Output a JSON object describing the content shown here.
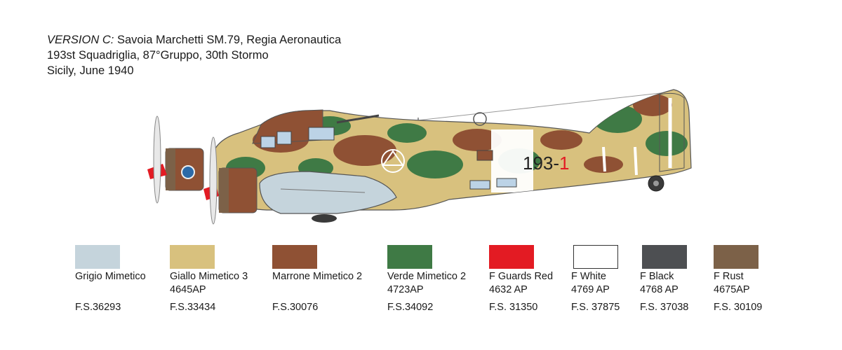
{
  "caption": {
    "version_prefix": "VERSION C:",
    "line1_rest": "Savoia Marchetti SM.79, Regia Aeronautica",
    "line2": "193st Squadriglia, 87°Gruppo, 30th Stormo",
    "line3": "Sicily, June 1940"
  },
  "aircraft": {
    "fuselage_code": "193-",
    "fuselage_code_suffix": "1"
  },
  "colors": [
    {
      "name": "Grigio Mimetico",
      "name2": "",
      "code": "F.S.36293",
      "hex": "#c5d4dc"
    },
    {
      "name": "Giallo Mimetico 3",
      "name2": "4645AP",
      "code": "F.S.33434",
      "hex": "#d8c17e"
    },
    {
      "name": "Marrone Mimetico 2",
      "name2": "",
      "code": "F.S.30076",
      "hex": "#8f5134"
    },
    {
      "name": "Verde Mimetico 2",
      "name2": "4723AP",
      "code": "F.S.34092",
      "hex": "#3f7a45"
    },
    {
      "name": "F Guards Red",
      "name2": "4632 AP",
      "code": "F.S. 31350",
      "hex": "#e31b23"
    },
    {
      "name": "F White",
      "name2": "4769 AP",
      "code": "F.S. 37875",
      "hex": "#ffffff"
    },
    {
      "name": "F Black",
      "name2": "4768 AP",
      "code": "F.S. 37038",
      "hex": "#4d4f52"
    },
    {
      "name": "F Rust",
      "name2": "4675AP",
      "code": "F.S. 30109",
      "hex": "#7c6148"
    }
  ]
}
